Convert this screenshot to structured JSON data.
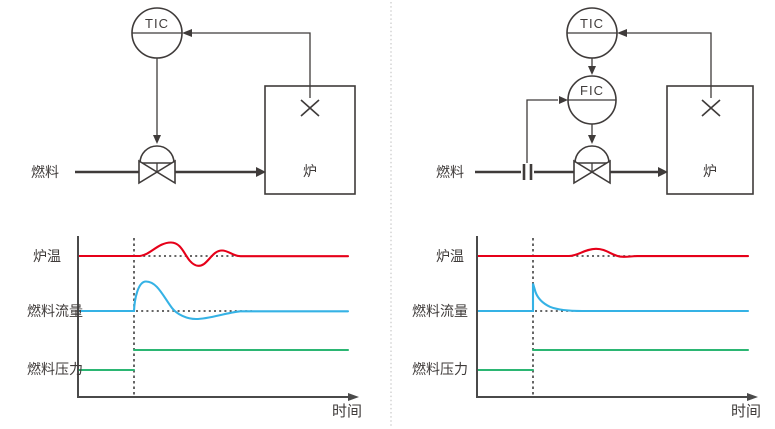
{
  "figure": {
    "description_left_panel": "single-loop furnace temperature control diagram with step response curves",
    "description_right_panel": "cascade (TIC-FIC) furnace temperature control diagram with step response curves"
  },
  "colors": {
    "line": "#3f3b3a",
    "text": "#3f3b3a",
    "axis": "#4a4a4a",
    "dotted": "#333333",
    "divider": "#c9c9c9",
    "red": "#e60019",
    "blue": "#35b2e5",
    "green": "#2bb673"
  },
  "labels": {
    "fuel": "燃料",
    "furnace": "炉",
    "tic": "TIC",
    "fic": "FIC",
    "temp": "炉温",
    "flow": "燃料流量",
    "pressure": "燃料压力",
    "time": "时间"
  },
  "chart_data": [
    {
      "type": "line",
      "panel": "left",
      "title": "",
      "xlabel": "时间",
      "ylabel": "",
      "grid": false,
      "legend_position": "left-of-each-baseline",
      "disturbance_time": 2,
      "x_range": [
        0,
        10
      ],
      "series": [
        {
          "name": "炉温",
          "color": "#e60019",
          "behavior": "damped oscillation after fuel-pressure step, returns to setpoint (dotted reference)",
          "x": [
            0,
            2,
            2.3,
            3.3,
            3.9,
            4.4,
            5.0,
            5.4,
            6.0,
            6.6,
            10
          ],
          "y": [
            0,
            0,
            0.05,
            1.0,
            0.1,
            -0.85,
            -0.2,
            0.4,
            0.08,
            0,
            0
          ]
        },
        {
          "name": "燃料流量",
          "color": "#35b2e5",
          "behavior": "sharp surge then undershoot, slowly settles back to original flow (dotted reference)",
          "x": [
            0,
            2.0,
            2.2,
            2.7,
            3.3,
            3.9,
            4.3,
            5.0,
            6.0,
            10
          ],
          "y": [
            0,
            0,
            1.0,
            0.8,
            0.1,
            -0.3,
            -0.33,
            -0.18,
            0,
            0
          ]
        },
        {
          "name": "燃料压力",
          "color": "#2bb673",
          "behavior": "step increase at disturbance time",
          "x": [
            0,
            2,
            2,
            10
          ],
          "y": [
            0,
            0,
            1,
            1
          ]
        }
      ]
    },
    {
      "type": "line",
      "panel": "right",
      "title": "",
      "xlabel": "时间",
      "ylabel": "",
      "grid": false,
      "legend_position": "left-of-each-baseline",
      "disturbance_time": 2,
      "x_range": [
        0,
        10
      ],
      "series": [
        {
          "name": "炉温",
          "color": "#e60019",
          "behavior": "only a small single bump, quickly back to setpoint (dotted reference)",
          "x": [
            0,
            2,
            3.3,
            4.3,
            5.3,
            5.9,
            10
          ],
          "y": [
            0,
            0,
            0,
            0.3,
            0,
            -0.02,
            0
          ]
        },
        {
          "name": "燃料流量",
          "color": "#35b2e5",
          "behavior": "narrow spike immediately corrected by FIC, exponential return to original flow (dotted reference)",
          "x": [
            0,
            2.0,
            2.02,
            2.1,
            2.5,
            3.0,
            3.6,
            10
          ],
          "y": [
            0,
            0,
            1.0,
            0.72,
            0.22,
            0.05,
            0,
            0
          ]
        },
        {
          "name": "燃料压力",
          "color": "#2bb673",
          "behavior": "step increase at disturbance time",
          "x": [
            0,
            2,
            2,
            10
          ],
          "y": [
            0,
            0,
            1,
            1
          ]
        }
      ]
    }
  ]
}
